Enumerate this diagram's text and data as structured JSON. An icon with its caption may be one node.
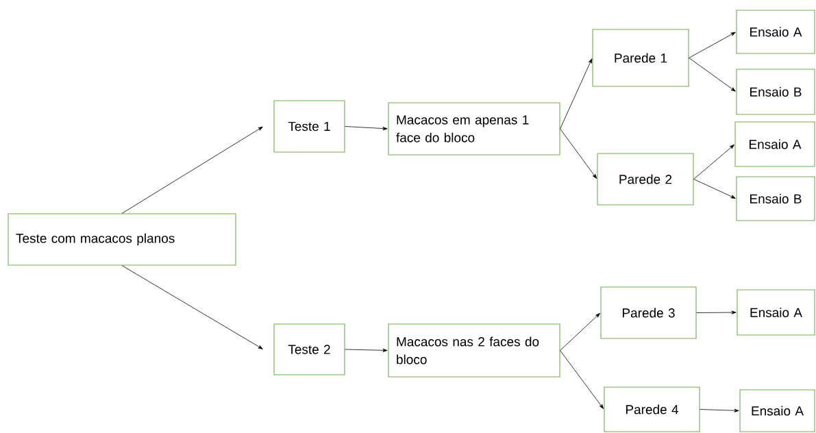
{
  "diagram": {
    "nodes": [
      {
        "text": [
          "Teste com macacos planos"
        ]
      },
      {
        "text": [
          "Teste 1"
        ]
      },
      {
        "text": [
          "Macacos em apenas 1 face do bloco"
        ]
      },
      {
        "text": [
          "Parede 1"
        ]
      },
      {
        "text": [
          "Ensaio A"
        ]
      },
      {
        "text": [
          "Ensaio B"
        ]
      },
      {
        "text": [
          "Parede 2"
        ]
      },
      {
        "text": [
          "Ensaio A"
        ]
      },
      {
        "text": [
          "Ensaio B"
        ]
      },
      {
        "text": [
          "Teste 2"
        ]
      },
      {
        "text": [
          "Macacos nas 2 faces do bloco"
        ]
      },
      {
        "text": [
          "Parede 3"
        ]
      },
      {
        "text": [
          "Ensaio A"
        ]
      },
      {
        "text": [
          "Parede 4"
        ]
      },
      {
        "text": [
          "Ensaio A"
        ]
      }
    ],
    "edges": [
      {
        "from": 0,
        "to": 1,
        "arrow": "to"
      },
      {
        "from": 1,
        "to": 2,
        "arrow": "to"
      },
      {
        "from": 2,
        "to": 3,
        "arrow": "to"
      },
      {
        "from": 3,
        "to": 4,
        "arrow": "to"
      },
      {
        "from": 3,
        "to": 5,
        "arrow": "to"
      },
      {
        "from": 2,
        "to": 6,
        "arrow": "to"
      },
      {
        "from": 6,
        "to": 7,
        "arrow": "to"
      },
      {
        "from": 6,
        "to": 8,
        "arrow": "to"
      },
      {
        "from": 0,
        "to": 9,
        "arrow": "to"
      },
      {
        "from": 9,
        "to": 10,
        "arrow": "to"
      },
      {
        "from": 10,
        "to": 11,
        "arrow": "to"
      },
      {
        "from": 11,
        "to": 12,
        "arrow": "to"
      },
      {
        "from": 10,
        "to": 13,
        "arrow": "to"
      },
      {
        "from": 13,
        "to": 14,
        "arrow": "to"
      }
    ]
  }
}
